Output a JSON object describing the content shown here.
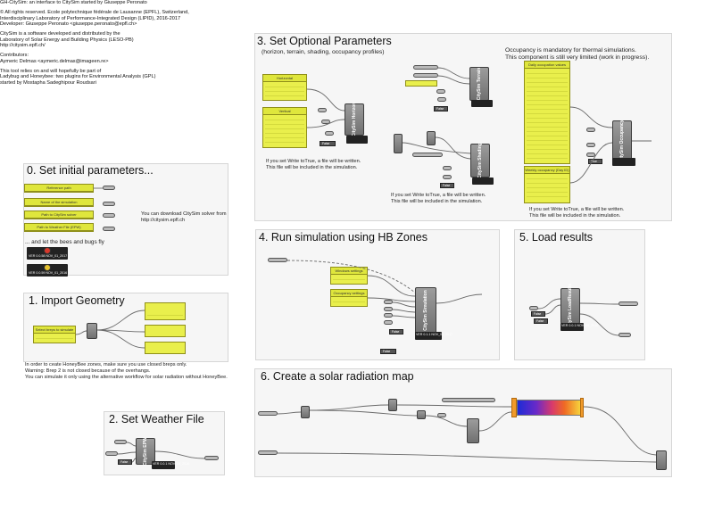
{
  "intro": {
    "title": "GH-CitySim: an interface to CitySim started by Giuseppe Peronato",
    "rights": "© All rights reserved. Ecole polytechnique fédérale de Lausanne (EPFL), Switzerland,\nInterdisciplinary Laboratory of Performance-Integrated Design (LIPID), 2016-2017\nDeveloper: Giuseppe Peronato <giuseppe.peronato@epfl.ch>",
    "citysim": "CitySim is a software developed and distributed by the\nLaboratory of Solar Energy and Building Physics (LESO-PB)\nhttp://citysim.epfl.ch/",
    "contributors": "Contributors:\nAymeric Delmas <aymeric.delmas@imageen.re>",
    "relies": "This tool relies on and will hopefully be part of\nLadybug and Honeybee: two plugins for Environmental Analysis (GPL)\nstarted by Mostapha Sadeghipour Roudsari"
  },
  "groups": {
    "g0": {
      "title": "0. Set initial parameters...",
      "note_download": "You can download CitySim solver from\nhttp://citysim.epfl.ch",
      "bees": "... and let the bees and bugs fly",
      "panels": [
        "Reference path",
        "Name of the simulation",
        "Path to CitySim solver",
        "Path to Weather File (EPW)"
      ],
      "versions": [
        "VER 0.0.58\nNOV_01_2017",
        "VER 0.0.59\nNOV_01_2016"
      ]
    },
    "g1": {
      "title": "1. Import Geometry",
      "note": "In order to ceate HoneyBee zones, make sure you use closed breps only.\nWarning: Brep 2 is not closed because of the overhangs.\nYou can simulate it only using the alternative workflow for solar radiation without HoneyBee.",
      "panel_select": "Select breps to simulate"
    },
    "g2": {
      "title": "2. Set Weather File",
      "version": "VER 0.0.1\nNOV_05_2016"
    },
    "g3": {
      "title": "3. Set Optional Parameters",
      "subtitle": "(horizon, terrain, shading, occupancy profiles)",
      "note_occ": "Occupancy is mandatory for thermal simulations.\nThis component is still very limited (work in progress).",
      "note_write": "If you set Write toTrue, a file will be written.\nThis file will be included in the simulation.",
      "panel_horizon": "Horizontal",
      "panel_vertical": "Vertical",
      "panel_daily": "Daily occupation values",
      "panel_weekly": "Weekly occupancy (Day ID)"
    },
    "g4": {
      "title": "4. Run simulation using HB Zones",
      "panel_windows": "Windows settings",
      "panel_occupancy": "Occupancy settings",
      "version": "VER 0.1.1\nNOV_01_2017"
    },
    "g5": {
      "title": "5. Load results",
      "version": "VER 0.0.1\nNOV_05_2016"
    },
    "g6": {
      "title": "6. Create a solar radiation map"
    }
  },
  "components": {
    "citysim_horizon": "CitySim Horizon",
    "citysim_terrain": "CitySim Terrain",
    "citysim_shading": "CitySim Shading",
    "citysim_occupancy": "CitySim Occupancy",
    "citysim_sim": "CitySim Simulation",
    "citysim_load": "CitySim LoadResults",
    "citysim_epw": "CitySim EPW"
  },
  "toggles": {
    "false": "False",
    "true": "True"
  },
  "colors": {
    "panel_yellow": "#e9ef4c",
    "component_gray": "#8a8a8a",
    "wire": "#666666",
    "group_bg": "#f6f6f6"
  }
}
